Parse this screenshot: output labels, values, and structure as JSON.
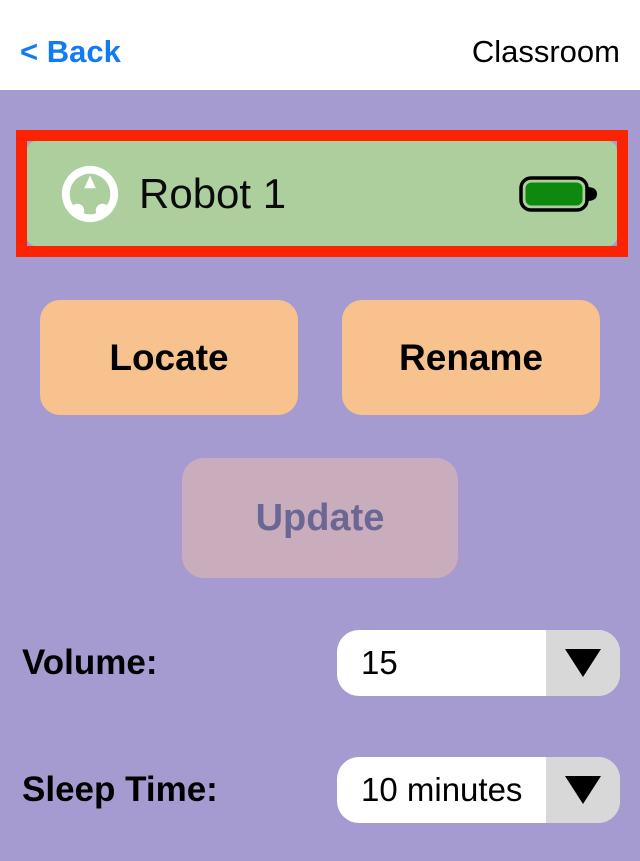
{
  "header": {
    "back_label": "< Back",
    "title": "Classroom"
  },
  "robot_card": {
    "name": "Robot 1",
    "battery_state": "full",
    "selected": true
  },
  "actions": {
    "locate_label": "Locate",
    "rename_label": "Rename",
    "update_label": "Update",
    "update_enabled": false
  },
  "settings": {
    "volume": {
      "label": "Volume:",
      "value": "15"
    },
    "sleep_time": {
      "label": "Sleep Time:",
      "value": "10 minutes"
    }
  },
  "colors": {
    "background": "#a69bd1",
    "selection_border": "#fc2301",
    "card_green": "#adcf9d",
    "button_orange": "#f8c28e",
    "update_disabled_bg": "#c9adbc",
    "update_disabled_text": "#6b6794",
    "back_link_blue": "#117bf5",
    "battery_green": "#0e890e",
    "dropdown_gray": "#d8d8d8"
  }
}
